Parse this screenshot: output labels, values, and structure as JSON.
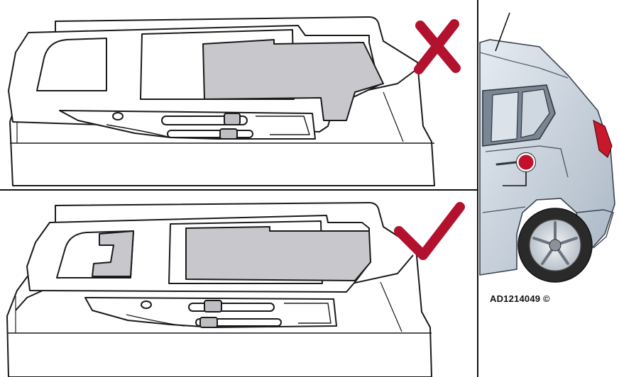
{
  "figure": {
    "reference_code": "AD1214049 ©",
    "panels": [
      {
        "id": "incorrect",
        "status": "wrong",
        "mark_icon": "cross-icon",
        "mark_color": "#b3122e"
      },
      {
        "id": "correct",
        "status": "right",
        "mark_icon": "checkmark-icon",
        "mark_color": "#b3122e"
      }
    ],
    "locator_marker_color": "#c4102a",
    "colors": {
      "line": "#1a1a1a",
      "cover_grey": "#c8c8cc",
      "car_body": "#c9d3de",
      "tire": "#2a2a2a"
    }
  }
}
